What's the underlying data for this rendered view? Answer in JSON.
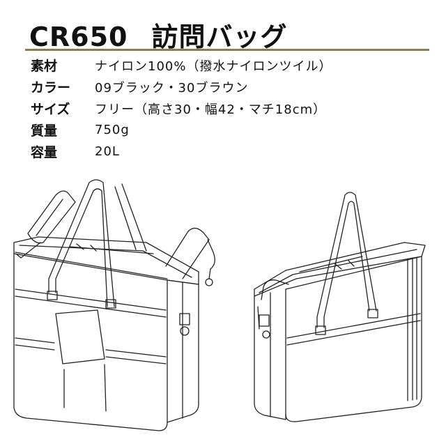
{
  "product": {
    "code": "CR650",
    "name": "訪問バッグ"
  },
  "specs": [
    {
      "label": "素材",
      "value": "ナイロン100%（撥水ナイロンツイル）"
    },
    {
      "label": "カラー",
      "value": "09ブラック・30ブラウン"
    },
    {
      "label": "サイズ",
      "value": "フリー（高さ30・幅42・マチ18cm）"
    },
    {
      "label": "質量",
      "value": "750g"
    },
    {
      "label": "容量",
      "value": "20L"
    }
  ],
  "colors": {
    "rule": "#8a7d55",
    "line": "#222222"
  }
}
